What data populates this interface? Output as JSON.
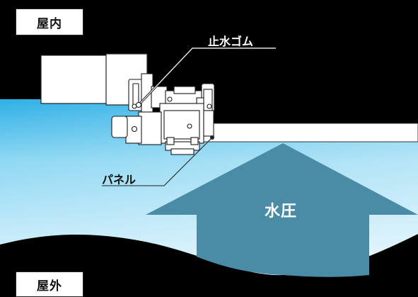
{
  "labels": {
    "indoor": "屋内",
    "outdoor": "屋外",
    "water_stop_rubber": "止水ゴム",
    "panel": "パネル",
    "water_pressure": "水圧"
  },
  "colors": {
    "background": "#000000",
    "water_light": "#d9f3fd",
    "water_mid": "#7fd4f2",
    "water_dark": "#2fb0e6",
    "arrow": "#4a8ba5",
    "panel": "#ffffff",
    "line": "#1a1a1a"
  }
}
